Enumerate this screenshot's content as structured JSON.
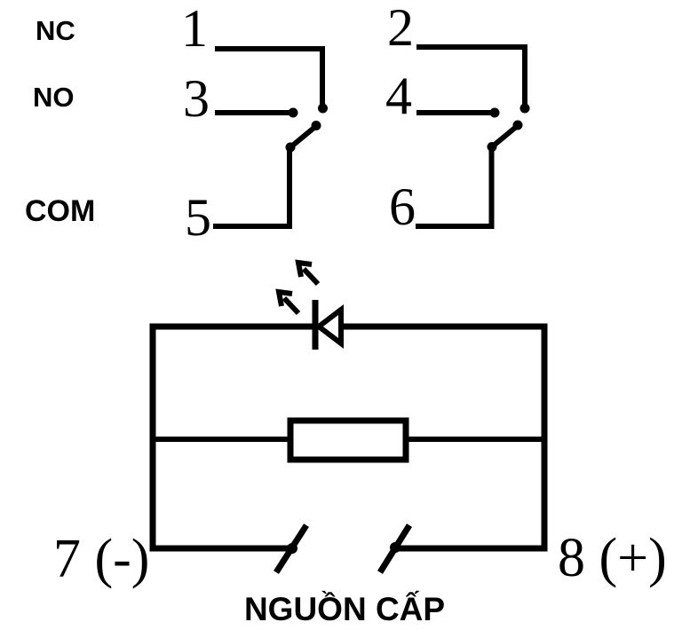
{
  "contact_rows": {
    "nc": "NC",
    "no": "NO",
    "com": "COM"
  },
  "pins": {
    "p1": "1",
    "p2": "2",
    "p3": "3",
    "p4": "4",
    "p5": "5",
    "p6": "6",
    "p7": "7 (-)",
    "p8": "8 (+)"
  },
  "power": {
    "label": "NGUỒN CẤP"
  },
  "symbols": {
    "contact_switch": "spdt-relay-contact",
    "led": "led-diode-with-light-arrows",
    "resistor": "resistor-box",
    "power_terminal": "slash-terminal"
  },
  "colors": {
    "line": "#000000",
    "background": "#ffffff"
  }
}
